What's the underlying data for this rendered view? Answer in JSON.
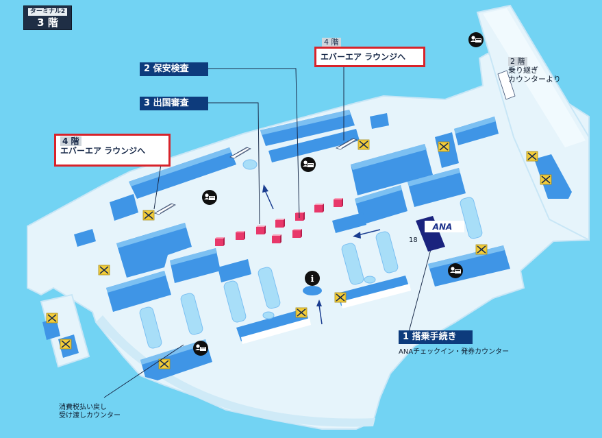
{
  "floor_badge": {
    "terminal": "ターミナル2",
    "floor": "3 階"
  },
  "labels": {
    "security": "2 保安検査",
    "immigration": "3 出国審査",
    "boarding": "1 搭乗手続き"
  },
  "lounge_left": {
    "floor": "4 階",
    "text": "エバーエア ラウンジへ"
  },
  "lounge_top": {
    "floor": "4 階",
    "text": "エバーエア ラウンジへ"
  },
  "transfer": {
    "floor": "2 階",
    "line1": "乗り継ぎ",
    "line2": "カウンターより"
  },
  "ana_caption": "ANAチェックイン・発券カウンター",
  "tax_refund": {
    "line1": "消費税払い戻し",
    "line2": "受け渡しカウンター"
  },
  "gate_number": "18",
  "ana_logo": "ANA",
  "info_symbol": "i",
  "colors": {
    "background": "#72d3f3",
    "floor": "#e6f4fb",
    "block": "#3f95e6",
    "block_top": "#7cc0f2",
    "navy": "#0d3b7c",
    "checkpoint": "#e8386a",
    "highlight_box": "#d8232a",
    "xmark_yellow": "#f2cc3a"
  }
}
